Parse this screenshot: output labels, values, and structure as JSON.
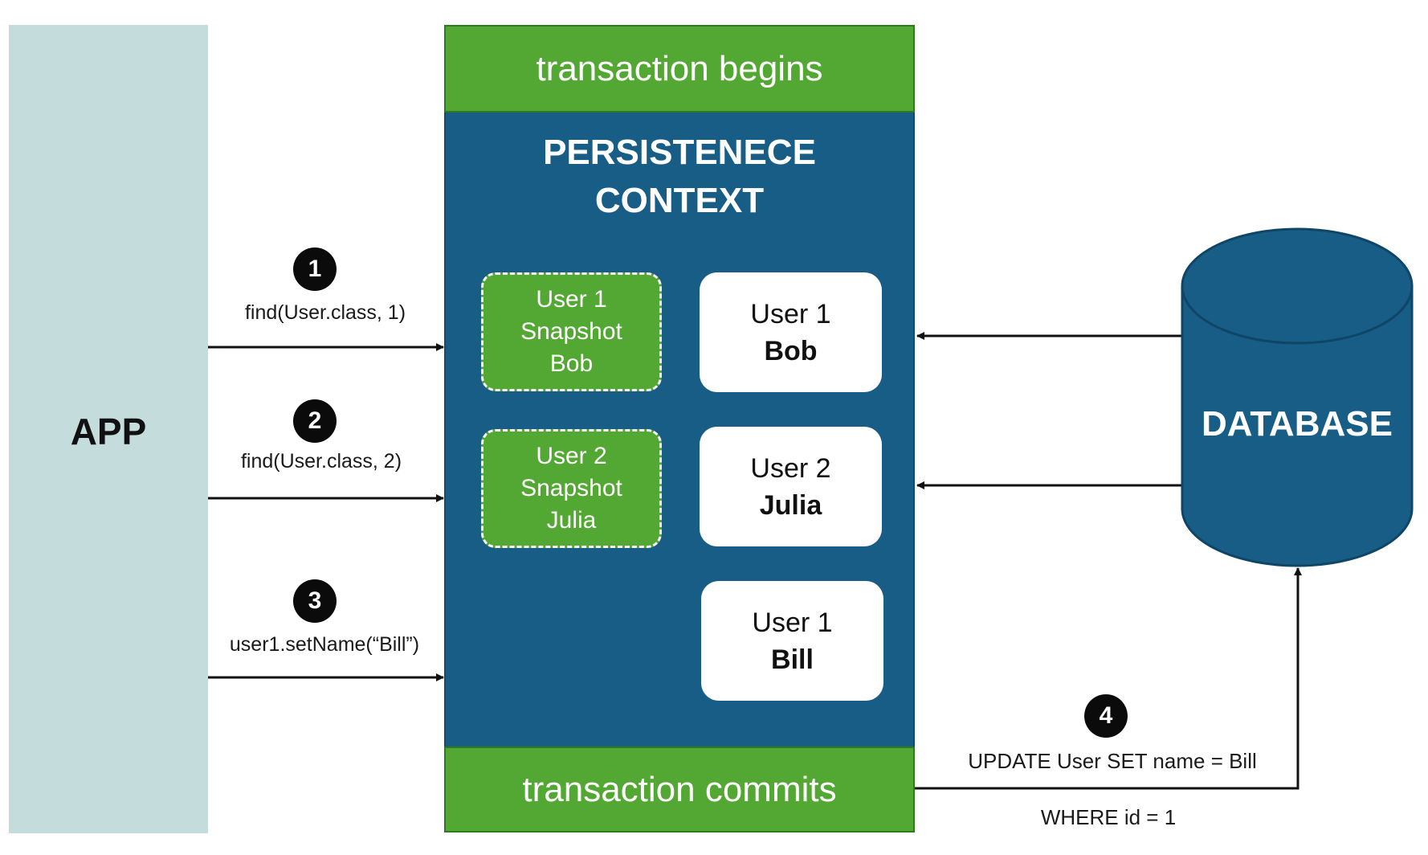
{
  "app": {
    "label": "APP"
  },
  "transaction": {
    "begins": "transaction begins",
    "commits": "transaction commits"
  },
  "persistence_context": {
    "title_line1": "PERSISTENECE",
    "title_line2": "CONTEXT"
  },
  "snapshots": [
    {
      "line1": "User 1",
      "line2": "Snapshot",
      "line3": "Bob"
    },
    {
      "line1": "User 2",
      "line2": "Snapshot",
      "line3": "Julia"
    }
  ],
  "entities": [
    {
      "label": "User 1",
      "name": "Bob"
    },
    {
      "label": "User 2",
      "name": "Julia"
    },
    {
      "label": "User 1",
      "name": "Bill"
    }
  ],
  "steps": [
    {
      "number": "1",
      "call": "find(User.class, 1)"
    },
    {
      "number": "2",
      "call": "find(User.class, 2)"
    },
    {
      "number": "3",
      "call": "user1.setName(“Bill”)"
    },
    {
      "number": "4",
      "sql_line1": "UPDATE User SET name = Bill",
      "sql_line2": "WHERE id = 1"
    }
  ],
  "database": {
    "label": "DATABASE"
  },
  "colors": {
    "app_bg": "#c4dcdb",
    "context_bg": "#175d86",
    "transaction_green": "#53a833",
    "database_blue": "#175d86",
    "badge": "#0b0b0b"
  }
}
